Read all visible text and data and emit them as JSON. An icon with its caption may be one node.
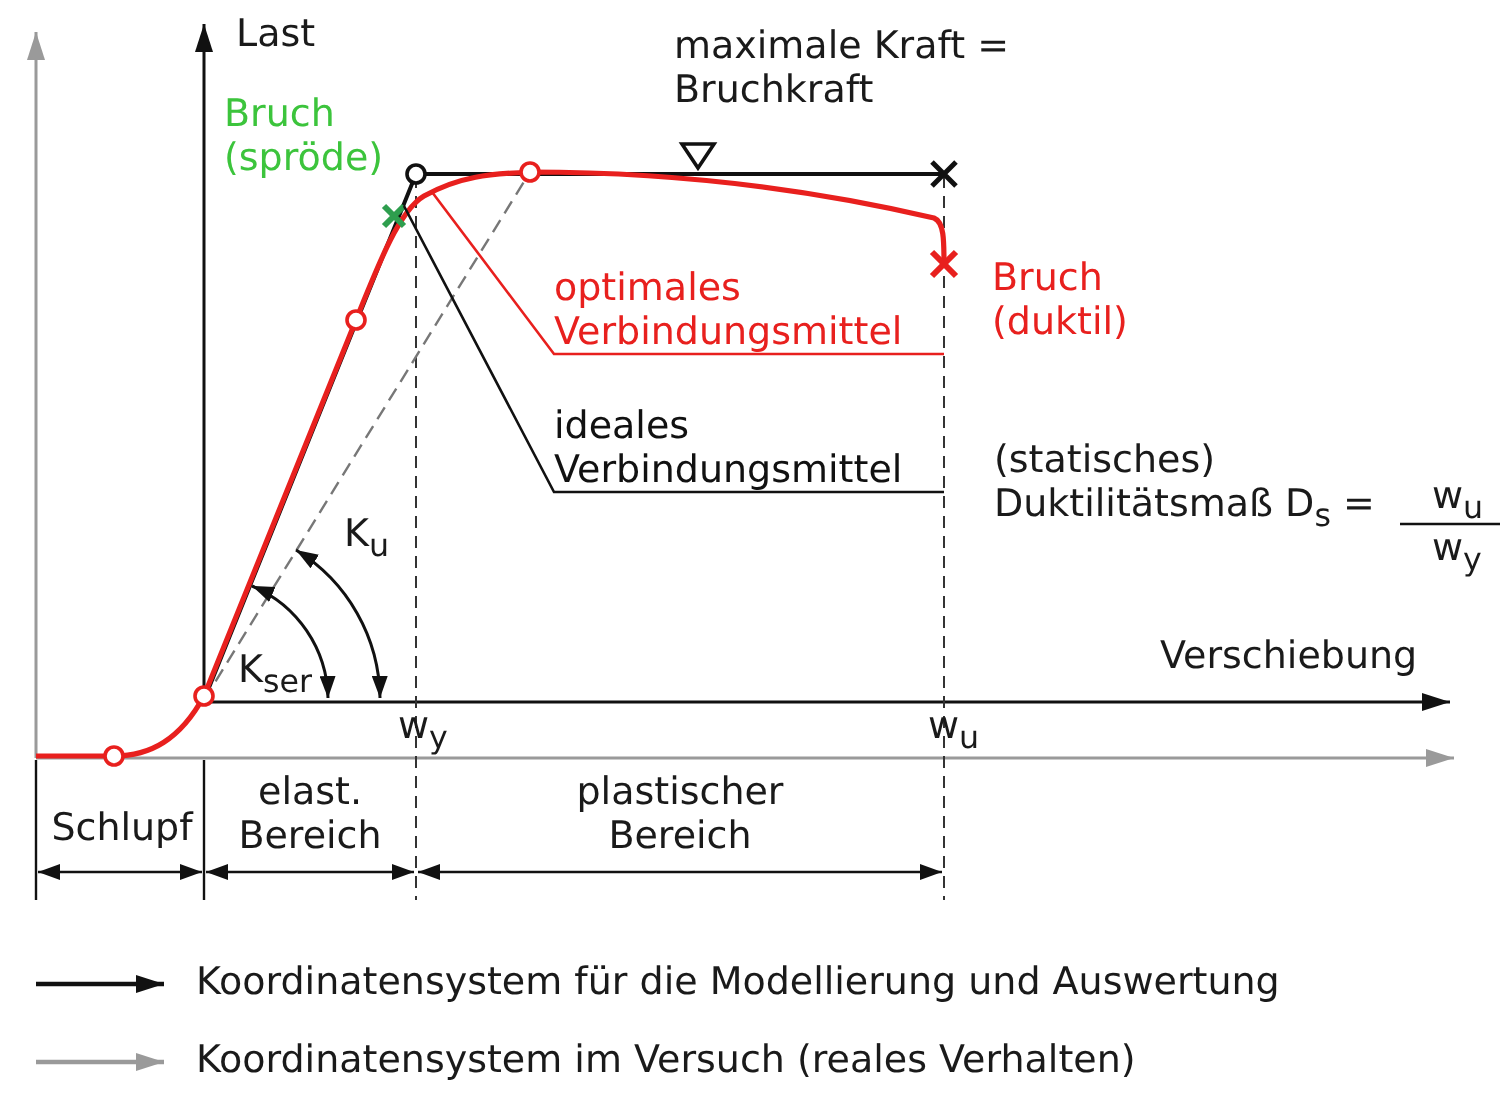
{
  "diagram": {
    "nodes": [
      {
        "text": [
          "optimales Verbindungsmittel"
        ]
      },
      {
        "text": [
          "ideales Verbindungsmittel"
        ]
      },
      {
        "text": [],
        "shape": "cross"
      }
    ],
    "edges": [
      {
        "from": 0,
        "to": null,
        "arrow": "none",
        "color": "#e8201e"
      },
      {
        "from": 1,
        "to": 2,
        "arrow": "none",
        "color": "#111111"
      }
    ],
    "labels": [
      "Last",
      "maximale Kraft = Bruchkraft",
      "Bruch (spröde)",
      "Bruch (duktil)",
      "(statisches) Duktilitätsmaß D$_{s}$ =",
      "w$_{u}$",
      "w$_{y}$",
      "K$_{u}$",
      "K$_{ser}$",
      "Verschiebung",
      "w$_{y}$",
      "w$_{u}$",
      "Schlupf",
      "elast. Bereich",
      "plastischer Bereich"
    ],
    "legend": [
      {
        "text": "Koordinatensystem für die Modellierung und Auswertung"
      },
      {
        "text": "Koordinatensystem im Versuch (reales Verhalten)"
      }
    ]
  }
}
